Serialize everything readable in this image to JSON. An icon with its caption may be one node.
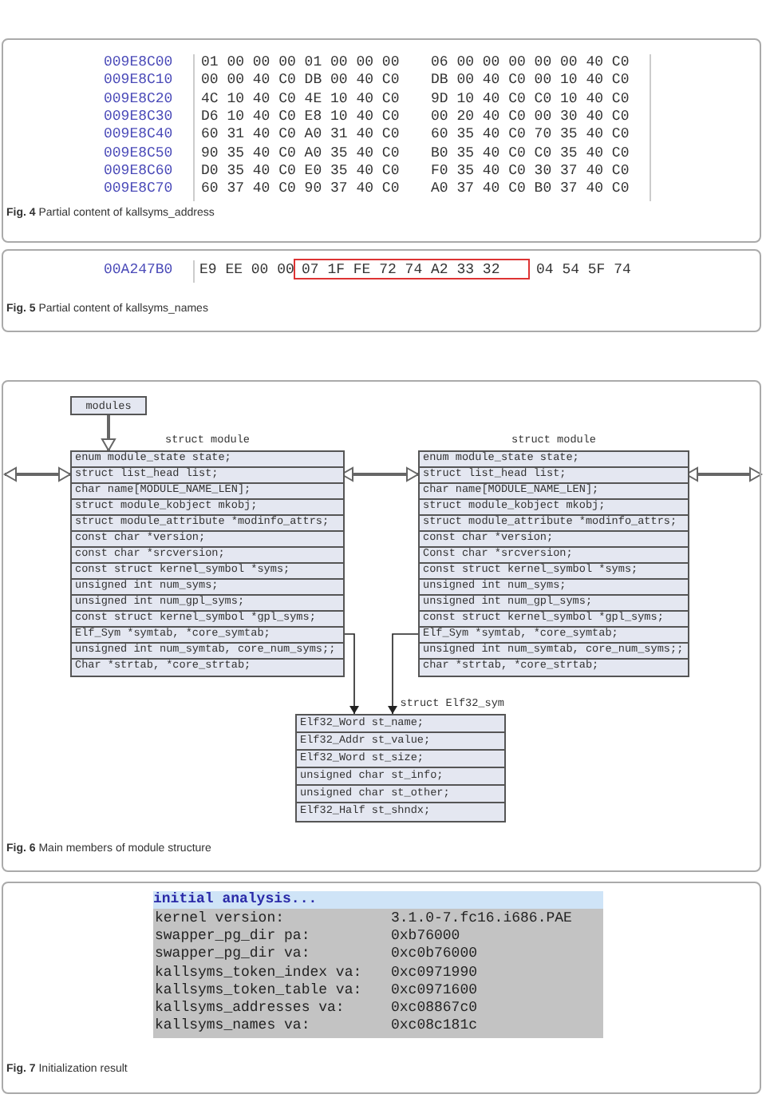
{
  "diagram": {
    "nodes": [
      {
        "text": [
          "modules"
        ]
      },
      {
        "text": [
          "struct module"
        ]
      },
      {
        "text": [
          "enum module_state state;"
        ],
        "in": 1
      },
      {
        "text": [
          "struct list_head list;"
        ],
        "in": 1
      },
      {
        "text": [
          "char name[MODULE_NAME_LEN];"
        ],
        "in": 1
      },
      {
        "text": [
          "struct module_kobject mkobj;"
        ],
        "in": 1
      },
      {
        "text": [
          "struct module_attribute *modinfo_attrs;"
        ],
        "in": 1
      },
      {
        "text": [
          "const char *version;"
        ],
        "in": 1
      },
      {
        "text": [
          "const char *srcversion;"
        ],
        "in": 1
      },
      {
        "text": [
          "const struct kernel_symbol *syms;"
        ],
        "in": 1
      },
      {
        "text": [
          "unsigned int num_syms;"
        ],
        "in": 1
      },
      {
        "text": [
          "unsigned int num_gpl_syms;"
        ],
        "in": 1
      },
      {
        "text": [
          "const struct kernel_symbol *gpl_syms;"
        ],
        "in": 1
      },
      {
        "text": [
          "Elf_Sym *symtab, *core_symtab;"
        ],
        "in": 1
      },
      {
        "text": [
          "unsigned int num_symtab, core_num_syms;;"
        ],
        "in": 1
      },
      {
        "text": [
          "Char *strtab, *core_strtab;"
        ],
        "in": 1
      },
      {
        "text": [
          "struct module"
        ]
      },
      {
        "text": [
          "enum module_state state;"
        ],
        "in": 16
      },
      {
        "text": [
          "struct list_head list;"
        ],
        "in": 16
      },
      {
        "text": [
          "char name[MODULE_NAME_LEN];"
        ],
        "in": 16
      },
      {
        "text": [
          "struct module_kobject mkobj;"
        ],
        "in": 16
      },
      {
        "text": [
          "struct module_attribute *modinfo_attrs;"
        ],
        "in": 16
      },
      {
        "text": [
          "const char *version;"
        ],
        "in": 16
      },
      {
        "text": [
          "Const char *srcversion;"
        ],
        "in": 16
      },
      {
        "text": [
          "const struct kernel_symbol *syms;"
        ],
        "in": 16
      },
      {
        "text": [
          "unsigned int num_syms;"
        ],
        "in": 16
      },
      {
        "text": [
          "unsigned int num_gpl_syms;"
        ],
        "in": 16
      },
      {
        "text": [
          "const struct kernel_symbol *gpl_syms;"
        ],
        "in": 16
      },
      {
        "text": [
          "Elf_Sym *symtab, *core_symtab;"
        ],
        "in": 16
      },
      {
        "text": [
          "unsigned int num_symtab, core_num_syms;;"
        ],
        "in": 16
      },
      {
        "text": [
          "char *strtab, *core_strtab;"
        ],
        "in": 16
      },
      {
        "text": [
          "struct Elf32_sym"
        ]
      },
      {
        "text": [
          "Elf32_Word st_name;"
        ],
        "in": 31
      },
      {
        "text": [
          "Elf32_Addr st_value;"
        ],
        "in": 31
      },
      {
        "text": [
          "Elf32_Word st_size;"
        ],
        "in": 31
      },
      {
        "text": [
          "unsigned char st_info;"
        ],
        "in": 31
      },
      {
        "text": [
          "unsigned char st_other;"
        ],
        "in": 31
      },
      {
        "text": [
          "Elf32_Half st_shndx;"
        ],
        "in": 31
      }
    ],
    "edges": [
      {
        "from": 0,
        "to": 1,
        "arrow": "to"
      },
      {
        "from": null,
        "to": 3,
        "arrow": "both"
      },
      {
        "from": 3,
        "to": 18,
        "arrow": "both"
      },
      {
        "from": 18,
        "to": null,
        "arrow": "both"
      },
      {
        "from": 13,
        "to": 31,
        "arrow": "to"
      },
      {
        "from": 28,
        "to": 31,
        "arrow": "to"
      }
    ],
    "labels": [
      "009E8C00",
      "01 00 00 00 01 00 00 00",
      "06 00 00 00 00 00 40 C0",
      "009E8C10",
      "00 00 40 C0 DB 00 40 C0",
      "DB 00 40 C0 00 10 40 C0",
      "009E8C20",
      "4C 10 40 C0 4E 10 40 C0",
      "9D 10 40 C0 C0 10 40 C0",
      "009E8C30",
      "D6 10 40 C0 E8 10 40 C0",
      "00 20 40 C0 00 30 40 C0",
      "009E8C40",
      "60 31 40 C0 A0 31 40 C0",
      "60 35 40 C0 70 35 40 C0",
      "009E8C50",
      "90 35 40 C0 A0 35 40 C0",
      "B0 35 40 C0 C0 35 40 C0",
      "009E8C60",
      "D0 35 40 C0 E0 35 40 C0",
      "F0 35 40 C0 30 37 40 C0",
      "009E8C70",
      "60 37 40 C0 90 37 40 C0",
      "A0 37 40 C0 B0 37 40 C0",
      "**Fig. 4** Partial content of kallsyms_address",
      "00A247B0",
      "E9 EE 00 00",
      "07 1F FE 72 74 A2 33 32",
      "04 54 5F 74",
      "**Fig. 5** Partial content of kallsyms_names",
      "**Fig. 6** Main members of module structure",
      "initial analysis...",
      "kernel version:",
      "3.1.0-7.fc16.i686.PAE",
      "swapper_pg_dir pa:",
      "0xb76000",
      "swapper_pg_dir va:",
      "0xc0b76000",
      "kallsyms_token_index va:",
      "0xc0971990",
      "kallsyms_token_table va:",
      "0xc0971600",
      "kallsyms_addresses va:",
      "0xc08867c0",
      "kallsyms_names va:",
      "0xc08c181c",
      "**Fig. 7** Initialization result"
    ]
  }
}
